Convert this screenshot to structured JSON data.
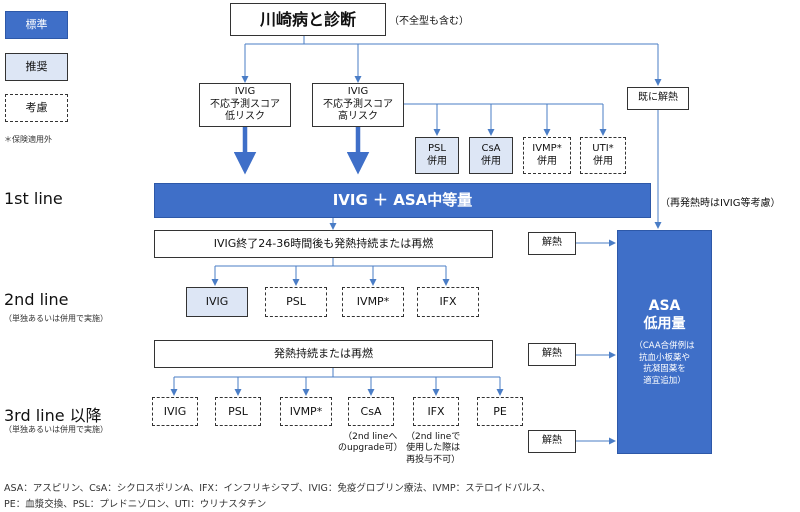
{
  "legend": {
    "standard": "標準",
    "recommended": "推奨",
    "consider": "考慮",
    "note": "＊保険適用外"
  },
  "title": {
    "main": "川崎病と診断",
    "aside": "（不全型も含む）"
  },
  "ivig_low": "IVIG\n不応予測スコア\n低リスク",
  "ivig_high": "IVIG\n不応予測スコア\n高リスク",
  "combos": [
    {
      "label": "PSL\n併用"
    },
    {
      "label": "CsA\n併用"
    },
    {
      "label": "IVMP*\n併用"
    },
    {
      "label": "UTI*\n併用"
    }
  ],
  "already_afebrile": "既に解熱",
  "refever_note": "（再発熱時はIVIG等考慮）",
  "first_line": {
    "label": "1st line",
    "treatment": "IVIG ＋ ASA中等量"
  },
  "after_first": "IVIG終了24-36時間後も発熱持続または再燃",
  "second_line": {
    "label": "2nd line",
    "sub": "（単独あるいは併用で実施）",
    "options": [
      "IVIG",
      "PSL",
      "IVMP*",
      "IFX"
    ]
  },
  "after_second": "発熱持続または再燃",
  "third_line": {
    "label": "3rd line 以降",
    "sub": "（単独あるいは併用で実施）",
    "options": [
      "IVIG",
      "PSL",
      "IVMP*",
      "CsA",
      "IFX",
      "PE"
    ]
  },
  "notes": {
    "csa": "（2nd lineへ\nのupgrade可）",
    "ifx": "（2nd lineで\n使用した際は\n再投与不可）"
  },
  "afebrile": [
    "解熱",
    "解熱",
    "解熱"
  ],
  "asa_box": {
    "title": "ASA\n低用量",
    "detail": "（CAA合併例は\n抗血小板薬や\n抗凝固薬を\n適宜追加）"
  },
  "footnote": [
    "ASA：アスピリン、CsA：シクロスポリンA、IFX：インフリキシマブ、IVIG：免疫グロブリン療法、IVMP：ステロイドパルス、",
    "PE：血漿交換、PSL：プレドニゾロン、UTI：ウリナスタチン"
  ]
}
